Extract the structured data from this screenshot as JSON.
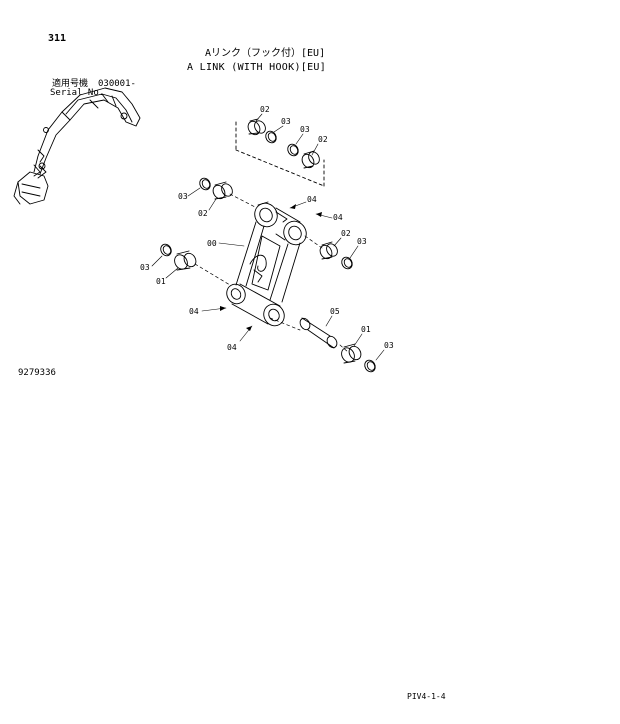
{
  "page_number": "311",
  "title_jp": "Aリンク（フック付）[EU]",
  "title_en": "A LINK (WITH HOOK)[EU]",
  "serial": {
    "label_jp": "適用号機",
    "label_en": "Serial No.",
    "value": "030001-"
  },
  "drawing_number": "9279336",
  "sheet_code": "PIV4-1-4",
  "callouts": {
    "c1": "02",
    "c2": "03",
    "c3": "03",
    "c4": "02",
    "c5": "03",
    "c6": "02",
    "c7": "04",
    "c8": "04",
    "c9": "00",
    "c10": "02",
    "c11": "03",
    "c12": "03",
    "c13": "01",
    "c14": "04",
    "c15": "05",
    "c16": "04",
    "c17": "01",
    "c18": "03"
  }
}
